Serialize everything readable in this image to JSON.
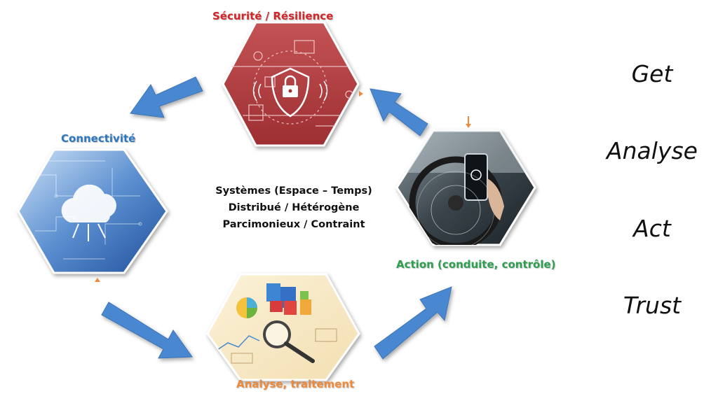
{
  "cycle": {
    "stages": [
      {
        "id": "securite",
        "label": "Sécurité / Résilience",
        "color": "#d0282a"
      },
      {
        "id": "connectivite",
        "label": "Connectivité",
        "color": "#2f77bf"
      },
      {
        "id": "analyse",
        "label": "Analyse, traitement",
        "color": "#ee8a3c"
      },
      {
        "id": "action",
        "label": "Action (conduite, contrôle)",
        "color": "#2e9e4f"
      }
    ],
    "center_lines": [
      "Systèmes (Espace – Temps)",
      "Distribué / Hétérogène",
      "Parcimonieux / Contraint"
    ],
    "arrow_color": "#4a88d0"
  },
  "keywords": [
    "Get",
    "Analyse",
    "Act",
    "Trust"
  ],
  "images": {
    "securite": "lock-network-icon",
    "connectivite": "cloud-circuit-icon",
    "analyse": "charts-magnifier-icon",
    "action": "car-phone-dashboard-icon"
  }
}
